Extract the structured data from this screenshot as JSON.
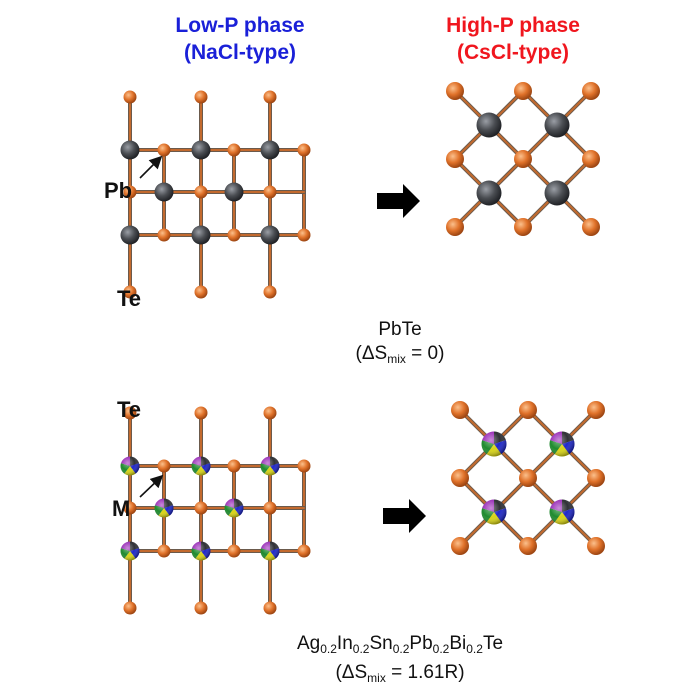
{
  "header": {
    "low_title": "Low-P phase",
    "low_type": "(NaCl-type)",
    "high_title": "High-P phase",
    "high_type": "(CsCl-type)"
  },
  "labels": {
    "pb": "Pb",
    "te_top": "Te",
    "te_bottom": "Te",
    "m": "M"
  },
  "caption1": {
    "compound": "PbTe",
    "entropy_open": "(ΔS",
    "entropy_sub": "mix",
    "entropy_close": " = 0)"
  },
  "caption2": {
    "parts": [
      {
        "t": "Ag"
      },
      {
        "s": "0.2"
      },
      {
        "t": "In"
      },
      {
        "s": "0.2"
      },
      {
        "t": "Sn"
      },
      {
        "s": "0.2"
      },
      {
        "t": "Pb"
      },
      {
        "s": "0.2"
      },
      {
        "t": "Bi"
      },
      {
        "s": "0.2"
      },
      {
        "t": "Te"
      }
    ],
    "entropy_open": "(ΔS",
    "entropy_sub": "mix",
    "entropy_close": " = 1.61R)"
  },
  "colors": {
    "low_header": "#1a20d8",
    "high_header": "#f0161e",
    "te_atom": "#e0722a",
    "pb_atom": "#4a4d52",
    "m_atom_segments": [
      "#2f3136",
      "#1f28c8",
      "#d8d416",
      "#1e8a2e",
      "#9a2fb8"
    ]
  }
}
